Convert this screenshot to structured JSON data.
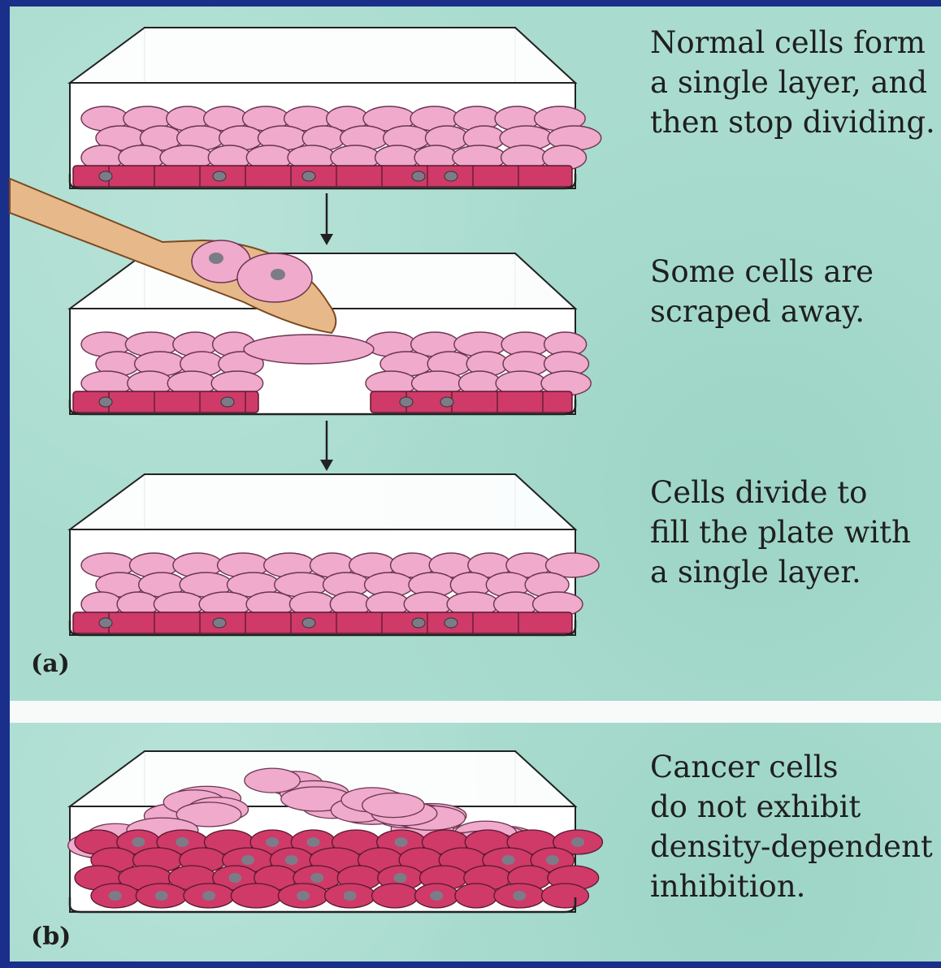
{
  "captions": [
    "Normal cells form\na single layer, and\nthen stop dividing.",
    "Some cells are\nscraped away.",
    "Cells divide to\nfill the plate with\na single layer.",
    "Cancer cells\ndo not exhibit\ndensity-dependent\ninhibition."
  ],
  "panel_labels": [
    "(a)",
    "(b)"
  ],
  "colors": {
    "background": "#a9dccf",
    "cell_light": "#f0aacb",
    "cell_dark": "#cf3a68",
    "nucleus": "#7c7c88",
    "spatula": "#e7b98a",
    "border": "#1a2f8a"
  }
}
